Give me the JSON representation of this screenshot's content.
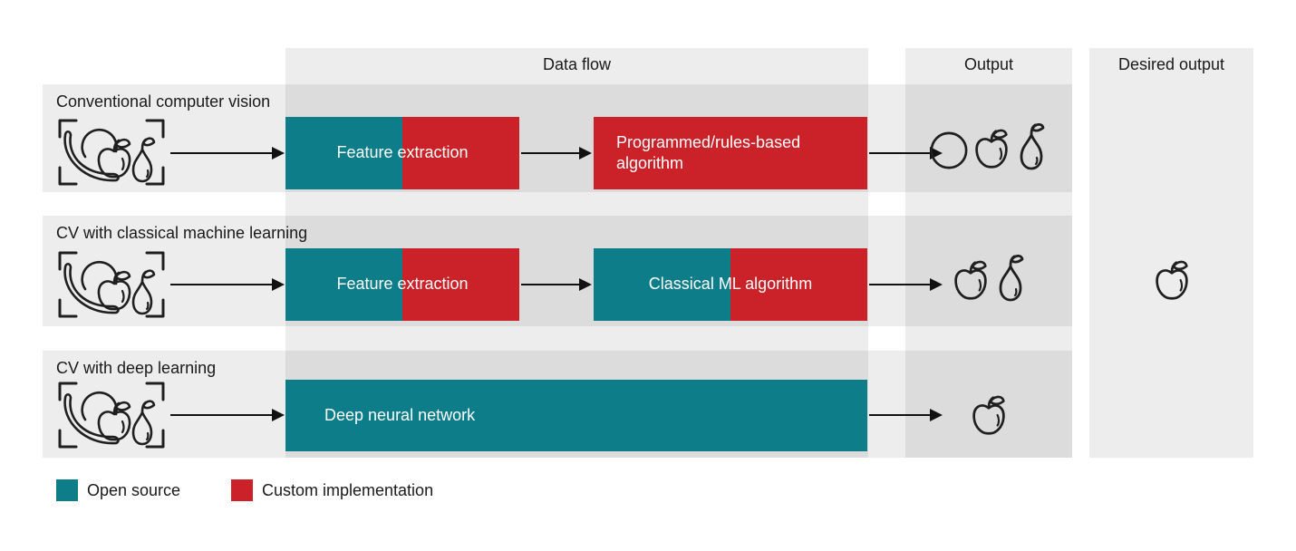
{
  "figure": {
    "column_headers": {
      "data_flow": "Data flow",
      "output": "Output",
      "desired_output": "Desired output"
    },
    "rows": [
      {
        "label": "Conventional computer vision",
        "boxes": [
          {
            "text": "Feature extraction",
            "style": "split"
          },
          {
            "text": "Programmed/rules-based algorithm",
            "style": "red"
          }
        ],
        "outputs": [
          "orange",
          "apple",
          "pear"
        ]
      },
      {
        "label": "CV with classical machine learning",
        "boxes": [
          {
            "text": "Feature extraction",
            "style": "split"
          },
          {
            "text": "Classical ML algorithm",
            "style": "split"
          }
        ],
        "outputs": [
          "apple",
          "pear"
        ]
      },
      {
        "label": "CV with deep learning",
        "boxes": [
          {
            "text": "Deep neural network",
            "style": "teal"
          }
        ],
        "outputs": [
          "apple"
        ]
      }
    ],
    "desired_output_icons": [
      "apple"
    ],
    "legend": [
      {
        "label": "Open source",
        "color_key": "teal"
      },
      {
        "label": "Custom implementation",
        "color_key": "red"
      }
    ],
    "colors": {
      "teal": "#0e7d8a",
      "red": "#cb2229",
      "ink": "#1a1a1a"
    }
  }
}
